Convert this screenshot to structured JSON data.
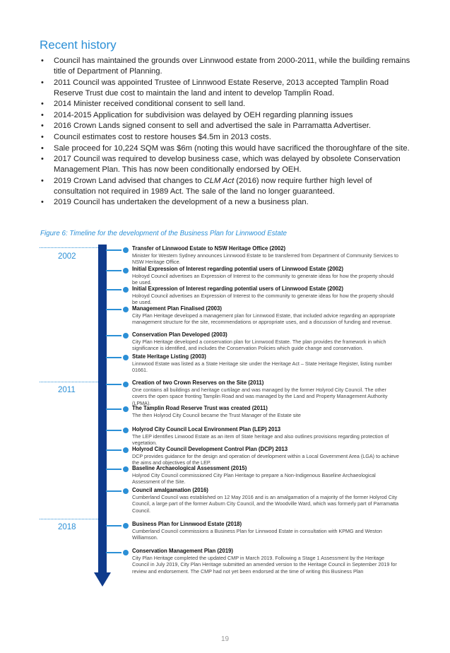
{
  "heading": "Recent history",
  "bullets": [
    "Council has maintained the grounds over Linnwood estate from 2000-2011, while the building remains title of Department of Planning.",
    "2011 Council was appointed Trustee of Linnwood Estate Reserve, 2013 accepted Tamplin Road Reserve Trust due cost to maintain the land and intent to develop Tamplin Road.",
    "2014 Minister received conditional consent to sell land.",
    "2014-2015 Application for subdivision was delayed by OEH regarding planning issues",
    "2016 Crown Lands signed consent to sell and advertised the sale in Parramatta Advertiser.",
    "Council estimates cost to restore houses $4.5m in 2013 costs.",
    "Sale proceed for 10,224 SQM was $6m (noting this would have sacrificed the thoroughfare of the site.",
    "2017 Council was required to develop business case, which was delayed by obsolete Conservation Management Plan. This has now been conditionally endorsed by OEH."
  ],
  "bullet9": {
    "before": "2019 Crown Land advised that changes to ",
    "italic": "CLM Act",
    "after": " (2016) now require further high level of consultation not required in 1989 Act. The sale of the land no longer guaranteed."
  },
  "bullet10": "2019 Council has undertaken the development of a new a business plan.",
  "caption": "Figure 6: Timeline for the development of the Business Plan for Linnwood Estate",
  "years": [
    "2002",
    "2011",
    "2018"
  ],
  "events": [
    {
      "title": "Transfer of Linnwood Estate to NSW Heritage Office (2002)",
      "desc": "Minister for Western Sydney announces Linnwood Estate to be transferred from Department of Community Services to NSW Heritage Office."
    },
    {
      "title": "Initial Expression of Interest regarding potential users of Linnwood Estate (2002)",
      "desc": "Holroyd Council advertises an Expression of Interest to the community to generate ideas for how the property should be used."
    },
    {
      "title": "Initial Expression of Interest regarding potential users of Linnwood Estate (2002)",
      "desc": "Holroyd Council advertises an Expression of Interest to the community to generate ideas for how the property should be used."
    },
    {
      "title": "Management Plan Finalised (2003)",
      "desc": "City Plan Heritage developed a management plan for Linnwood Estate, that included advice regarding an appropriate management structure for the site, recommendations or appropriate uses, and a discussion of funding and revenue."
    },
    {
      "title": "Conservation Plan Developed (2003)",
      "desc": "City Plan Heritage developed a conservation plan for Linnwood Estate. The plan provides the framework in which significance is identified, and includes the Conservation Policies which guide change and conservation."
    },
    {
      "title": "State Heritage Listing (2003)",
      "desc": "Linnwood Estate was listed as a State Heritage site under the Heritage Act – State Heritage Register, listing number 01661."
    },
    {
      "title": "Creation of two Crown Reserves on the Site (2011)",
      "desc": "One contains all buildings and heritage curtilage and was managed by the former Holyrod City Council. The other covers the open space fronting Tamplin Road and was managed by the Land and Property Management Authority (LPMA)."
    },
    {
      "title": "The Tamplin Road Reserve Trust was created (2011)",
      "desc": "The then Holyrod City Council became the Trust Manager of the Estate site"
    },
    {
      "title": "Holyrod City Council Local Environment Plan (LEP) 2013",
      "desc": "The LEP identifies Linwood Estate as an item of State heritage and also outlines provisions regarding protection of vegetation."
    },
    {
      "title": "Holyrod City Council Development Control Plan (DCP) 2013",
      "desc": "DCP provides guidance for the design and operation of development within a Local Government Area (LGA) to achieve the aims and objectives of the LEP."
    },
    {
      "title": "Baseline Archaeological Assessment (2015)",
      "desc": "Holyrod City Council commissioned City Plan Heritage to prepare a Non-Indigenous Baseline Archaeological Assessment of the Site."
    },
    {
      "title": "Council amalgamation (2016)",
      "desc": "Cumberland Council was established on 12 May 2016 and is an amalgamation of a majority of the former Holyrod City Council, a large part of the former Auburn City Council, and the Woodville Ward, which was formerly part of Parramatta Council."
    },
    {
      "title": "Business Plan for Linnwood Estate (2018)",
      "desc": "Cumberland Council commissions a Business Plan for Linnwood Estate in consultation with KPMG and Weston Williamson."
    },
    {
      "title": "Conservation Management Plan (2019)",
      "desc": "City Plan Heritage completed the updated CMP in March 2019. Following a Stage 1 Assessment by the Heritage Council in July 2019, City Plan Heritage submitted an amended version to the Heritage Council in September 2019 for review and endorsement. The CMP had not yet been endorsed at the time of writing this Business Plan"
    }
  ],
  "page_number": "19"
}
